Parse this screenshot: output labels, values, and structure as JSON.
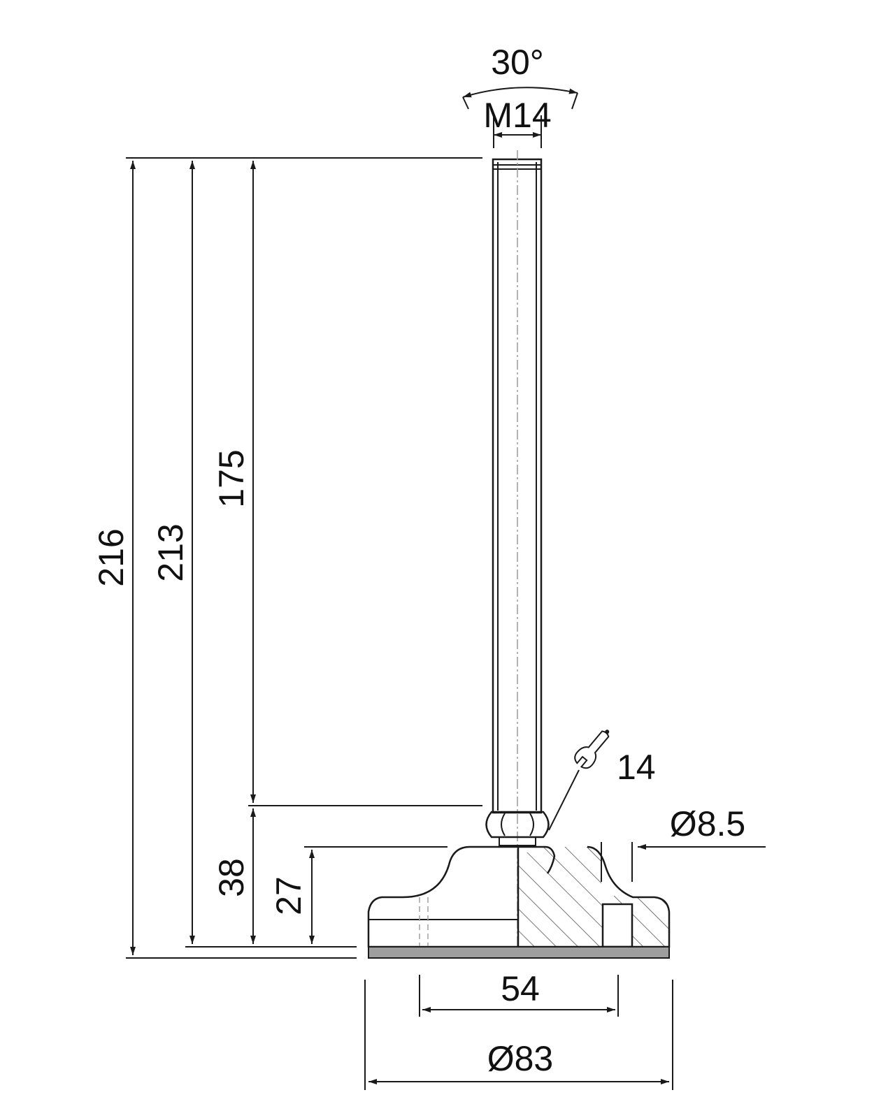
{
  "drawing": {
    "thread_angle": "30°",
    "thread_size": "M14",
    "dim_total_height": "216",
    "dim_height_213": "213",
    "dim_stem_length": "175",
    "dim_base_to_nut": "38",
    "dim_base_height": "27",
    "wrench_size": "14",
    "dim_hole_diameter": "Ø8.5",
    "dim_hole_spacing": "54",
    "dim_base_diameter": "Ø83",
    "colors": {
      "line": "#1a1a1a",
      "pad": "#9e9e9e",
      "hatch": "#555555"
    }
  }
}
